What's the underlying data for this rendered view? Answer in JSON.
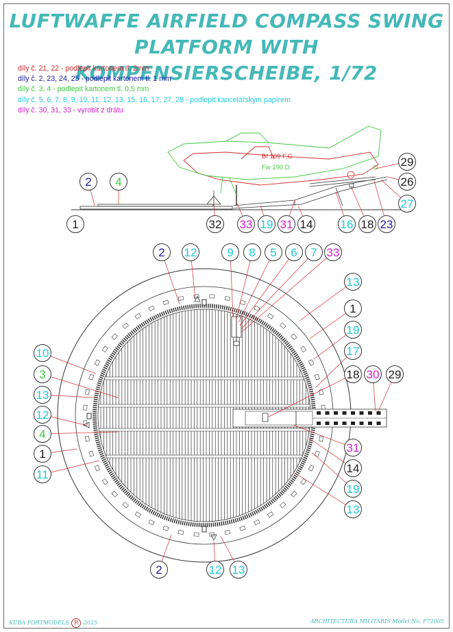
{
  "header": {
    "title_line1": "LUFTWAFFE AIRFIELD COMPASS SWING PLATFORM WITH",
    "title_line2": "KOMPENSIERSCHEIBE, 1/72"
  },
  "notes": [
    {
      "text": "díly č. 21, 22 - podlepit kartonem tl. 2mm",
      "color": "#d42a2a"
    },
    {
      "text": "díly č. 2, 23, 24, 25 - podlepit kartonem tl. 1 mm",
      "color": "#1a1aa6"
    },
    {
      "text": "díly č. 3, 4 - podlepit kartonem tl. 0,5 mm",
      "color": "#3ec83e"
    },
    {
      "text": "díly č. 5, 6, 7, 8, 9, 10, 11, 12, 13, 15, 16, 17, 27, 28 - podlepit kancelářským papírem",
      "color": "#1ec8d8"
    },
    {
      "text": "díly č. 30, 31, 33 - vyrobit z drátu",
      "color": "#d020c8"
    }
  ],
  "aircraft": {
    "bf109": {
      "label": "Bf 109 F,G",
      "color": "#d42a2a"
    },
    "fw190": {
      "label": "Fw 190 D",
      "color": "#3ec83e"
    }
  },
  "colors": {
    "black": "#1a1a1a",
    "blue": "#1a1aa6",
    "green": "#3ec83e",
    "cyan": "#1ec8d8",
    "magenta": "#d020c8",
    "leader": "#d42a2a",
    "outline": "#333333"
  },
  "callouts_side": [
    {
      "n": "2",
      "color": "blue"
    },
    {
      "n": "4",
      "color": "green"
    },
    {
      "n": "1",
      "color": "black"
    },
    {
      "n": "32",
      "color": "black"
    },
    {
      "n": "33",
      "color": "magenta"
    },
    {
      "n": "19",
      "color": "cyan"
    },
    {
      "n": "31",
      "color": "magenta"
    },
    {
      "n": "14",
      "color": "black"
    },
    {
      "n": "16",
      "color": "cyan"
    },
    {
      "n": "18",
      "color": "black"
    },
    {
      "n": "23",
      "color": "blue"
    },
    {
      "n": "27",
      "color": "cyan"
    },
    {
      "n": "26",
      "color": "black"
    },
    {
      "n": "29",
      "color": "black"
    }
  ],
  "callouts_top": [
    {
      "n": "2",
      "color": "blue"
    },
    {
      "n": "12",
      "color": "cyan"
    },
    {
      "n": "9",
      "color": "cyan"
    },
    {
      "n": "8",
      "color": "cyan"
    },
    {
      "n": "5",
      "color": "cyan"
    },
    {
      "n": "6",
      "color": "cyan"
    },
    {
      "n": "7",
      "color": "cyan"
    },
    {
      "n": "33",
      "color": "magenta"
    },
    {
      "n": "13",
      "color": "cyan"
    },
    {
      "n": "1",
      "color": "black"
    },
    {
      "n": "19",
      "color": "cyan"
    },
    {
      "n": "17",
      "color": "cyan"
    },
    {
      "n": "18",
      "color": "black"
    },
    {
      "n": "30",
      "color": "magenta"
    },
    {
      "n": "29",
      "color": "black"
    },
    {
      "n": "31",
      "color": "magenta"
    },
    {
      "n": "14",
      "color": "black"
    },
    {
      "n": "19",
      "color": "cyan"
    },
    {
      "n": "13",
      "color": "cyan"
    },
    {
      "n": "10",
      "color": "cyan"
    },
    {
      "n": "3",
      "color": "green"
    },
    {
      "n": "13",
      "color": "cyan"
    },
    {
      "n": "12",
      "color": "cyan"
    },
    {
      "n": "4",
      "color": "green"
    },
    {
      "n": "1",
      "color": "black"
    },
    {
      "n": "11",
      "color": "cyan"
    },
    {
      "n": "2",
      "color": "blue"
    },
    {
      "n": "12",
      "color": "cyan"
    },
    {
      "n": "13",
      "color": "cyan"
    }
  ],
  "footer": {
    "left_a": "KUBA FORTMODELS",
    "left_mark": "R",
    "left_b": "2025",
    "right": "ARCHITECTURA MILITARIS Model No. F72005"
  }
}
